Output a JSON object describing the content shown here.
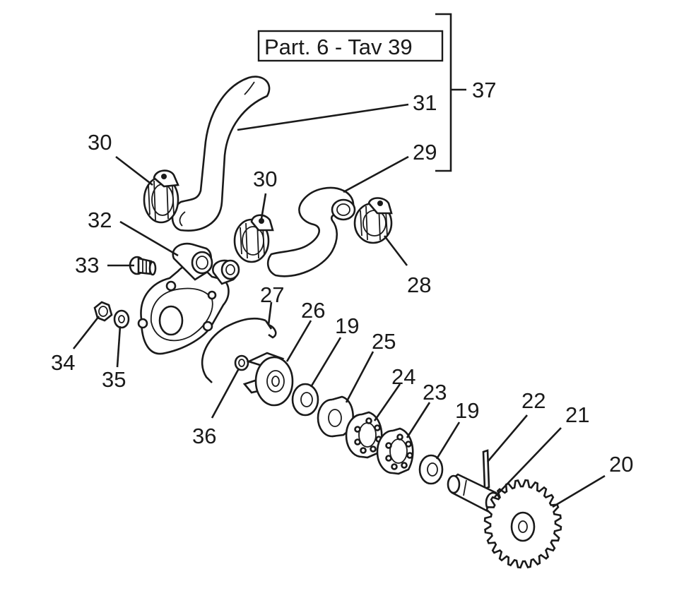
{
  "reference_box": {
    "text": "Part. 6 - Tav 39"
  },
  "callouts": [
    {
      "id": "37",
      "label": "37"
    },
    {
      "id": "31",
      "label": "31"
    },
    {
      "id": "29",
      "label": "29"
    },
    {
      "id": "30a",
      "label": "30"
    },
    {
      "id": "30b",
      "label": "30"
    },
    {
      "id": "32",
      "label": "32"
    },
    {
      "id": "33",
      "label": "33"
    },
    {
      "id": "28",
      "label": "28"
    },
    {
      "id": "27",
      "label": "27"
    },
    {
      "id": "26",
      "label": "26"
    },
    {
      "id": "19a",
      "label": "19"
    },
    {
      "id": "25",
      "label": "25"
    },
    {
      "id": "34",
      "label": "34"
    },
    {
      "id": "35",
      "label": "35"
    },
    {
      "id": "24",
      "label": "24"
    },
    {
      "id": "23",
      "label": "23"
    },
    {
      "id": "19b",
      "label": "19"
    },
    {
      "id": "22",
      "label": "22"
    },
    {
      "id": "21",
      "label": "21"
    },
    {
      "id": "36",
      "label": "36"
    },
    {
      "id": "20",
      "label": "20"
    }
  ]
}
